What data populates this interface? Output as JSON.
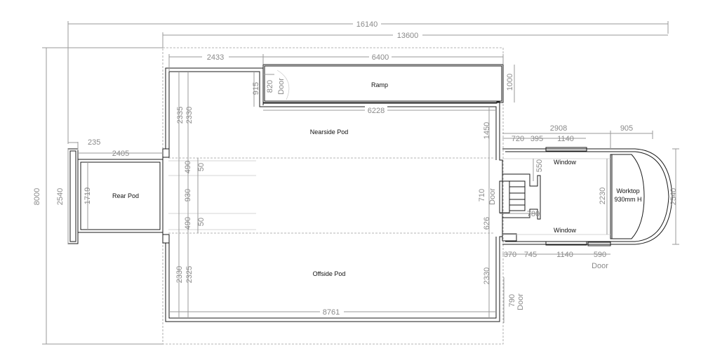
{
  "colors": {
    "wall": "#1a1a1a",
    "dimension": "#8a8a8a",
    "background": "#ffffff"
  },
  "labels": {
    "ramp": "Ramp",
    "nearside_pod": "Nearside Pod",
    "offside_pod": "Offside Pod",
    "rear_pod": "Rear Pod",
    "worktop_line1": "Worktop",
    "worktop_line2": "930mm H",
    "window_top": "Window",
    "window_bottom": "Window",
    "door_ramp": "Door",
    "door_mid": "Door",
    "door_bottom_right": "Door",
    "door_cab": "Door"
  },
  "dims": {
    "overall_length": "16140",
    "body_length": "13600",
    "ramp_offset": "2433",
    "ramp_length": "6400",
    "ramp_width": "1000",
    "door_ramp_w1": "915",
    "door_ramp_w2": "820",
    "nearside_length": "6228",
    "nearside_w1": "2335",
    "nearside_w2": "2330",
    "nearside_right": "1450",
    "cab_length": "2908",
    "cab_nose": "905",
    "cab_seg1": "720",
    "cab_seg2": "395",
    "window_width": "1140",
    "cab_550": "550",
    "cab_width": "2230",
    "cab_overall_width": "2540",
    "door_mid_w": "710",
    "step_780": "780",
    "mid_626": "626",
    "left_490_top": "490",
    "left_930": "930",
    "left_490_bottom": "490",
    "left_50_top": "50",
    "left_50_bottom": "50",
    "offside_w1": "2330",
    "offside_w2": "2325",
    "offside_right": "2330",
    "offside_length": "8761",
    "door_bottom_w": "790",
    "bottom_370": "370",
    "bottom_745": "745",
    "bottom_window": "1140",
    "bottom_590": "590",
    "overall_width": "8000",
    "rear_width": "2540",
    "rear_inner": "1719",
    "rear_235": "235",
    "rear_2405": "2405"
  }
}
